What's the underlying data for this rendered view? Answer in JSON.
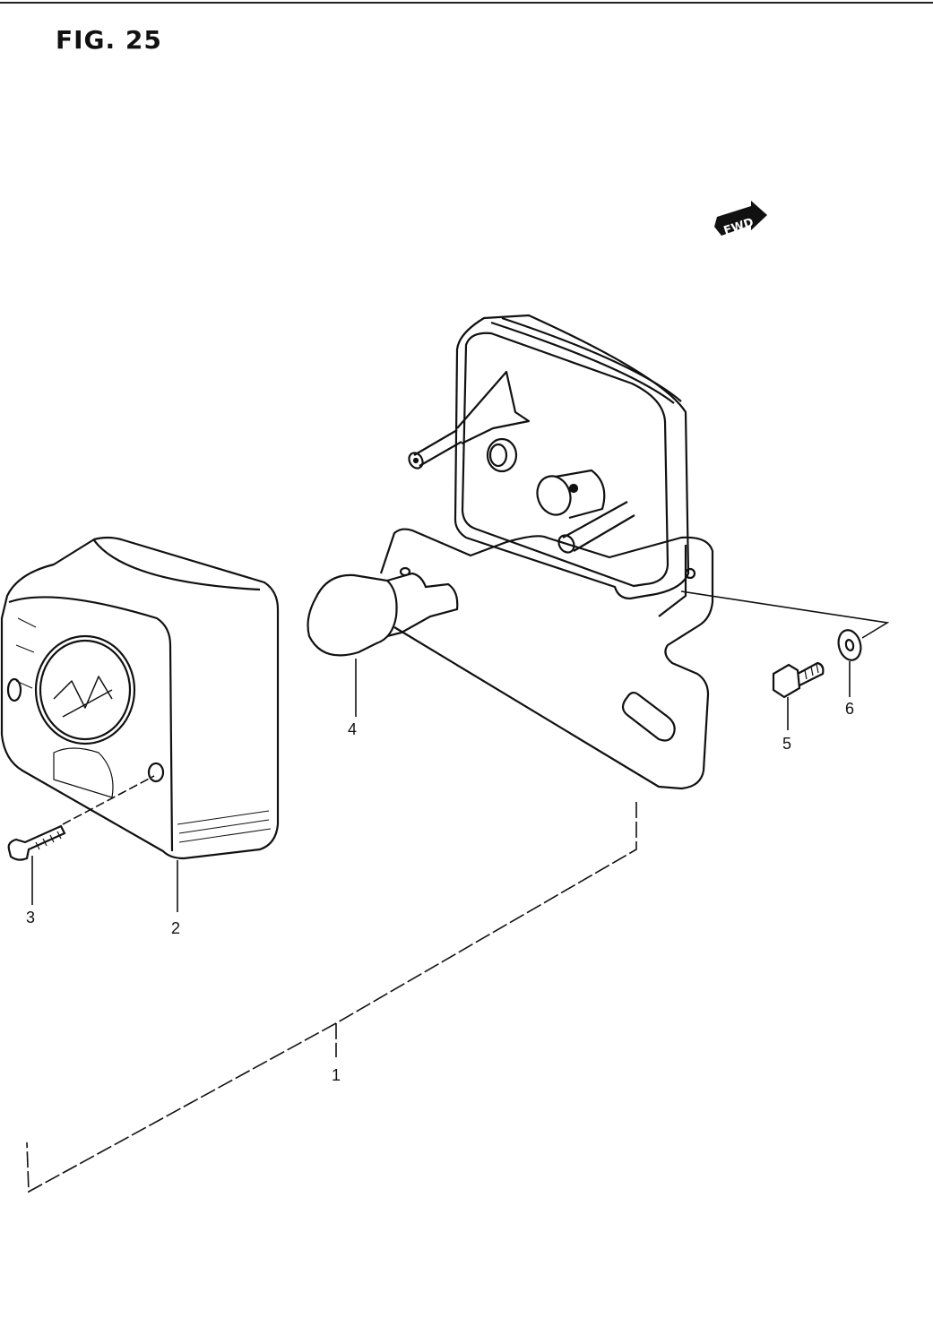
{
  "figure": {
    "title": "FIG. 25"
  },
  "fwd_badge": {
    "label": "FWD"
  },
  "callouts": [
    {
      "id": "1",
      "label": "1"
    },
    {
      "id": "2",
      "label": "2"
    },
    {
      "id": "3",
      "label": "3"
    },
    {
      "id": "4",
      "label": "4"
    },
    {
      "id": "5",
      "label": "5"
    },
    {
      "id": "6",
      "label": "6"
    }
  ]
}
